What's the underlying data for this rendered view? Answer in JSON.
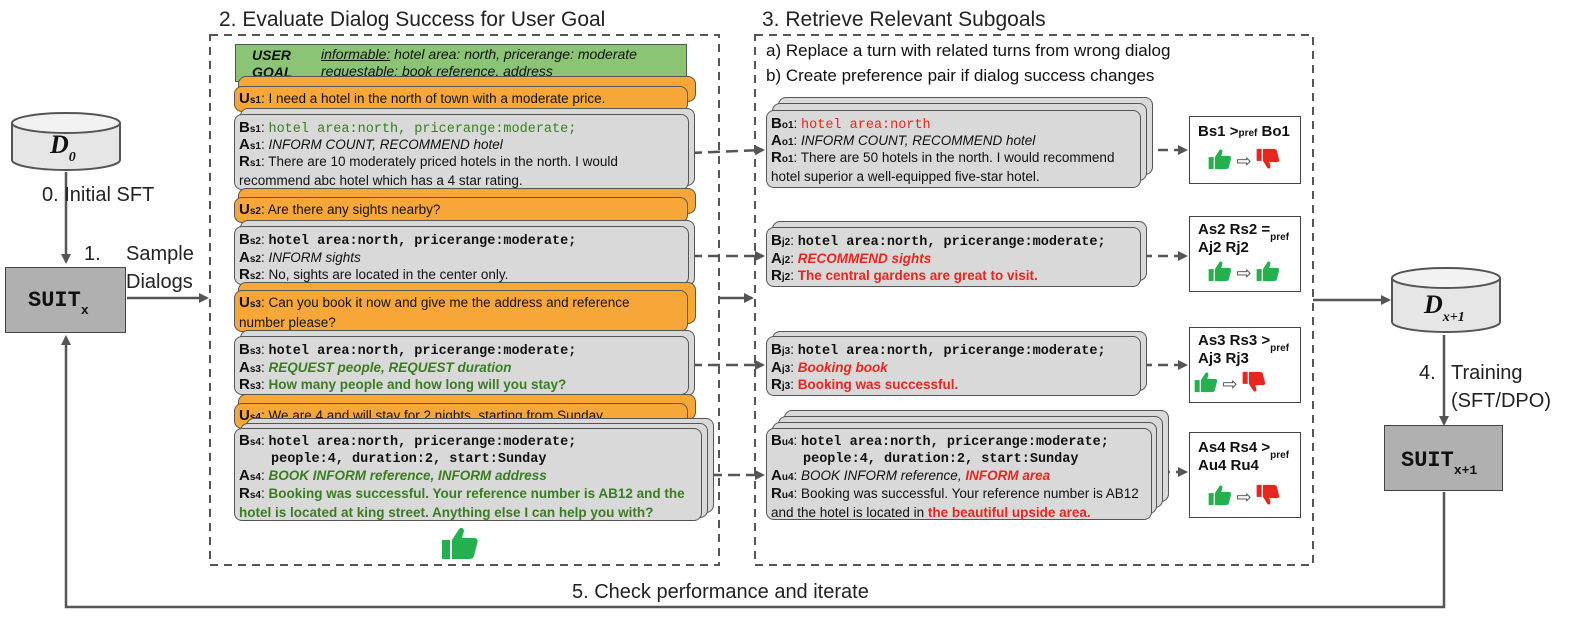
{
  "steps": {
    "s0": "0.  Initial SFT",
    "s1_num": "1.",
    "s1_a": "Sample",
    "s1_b": "Dialogs",
    "s2": "2. Evaluate Dialog Success for User Goal",
    "s3": "3. Retrieve Relevant Subgoals",
    "s3a": "a) Replace a turn with related turns from wrong dialog",
    "s3b": "b) Create preference pair if dialog success changes",
    "s4_num": "4.",
    "s4_a": "Training",
    "s4_b": "(SFT/DPO)",
    "s5": "5.  Check performance and iterate"
  },
  "datasets": {
    "d0_main": "D",
    "d0_sub": "0",
    "dx_main": "D",
    "dx_sub": "x+1"
  },
  "models": {
    "suit_main": "SUIT",
    "suit_sub": "x",
    "suit2_main": "SUIT",
    "suit2_sub": "x+1"
  },
  "user_goal": {
    "label_a": "USER",
    "label_b": "GOAL",
    "inf_key": "informable:",
    "inf_val": " hotel area: north, pricerange: moderate",
    "req_key": "requestable:",
    "req_val": " book reference, address"
  },
  "dialog": {
    "u1_p": "U",
    "u1_s": "s1",
    "u1_t": "I need a hotel in the north of town with a moderate price.",
    "b1_p": "B",
    "b1_s": "s1",
    "b1_t": "hotel area:north, pricerange:moderate;",
    "a1_p": "A",
    "a1_s": "s1",
    "a1_t": "INFORM COUNT, RECOMMEND hotel",
    "r1_p": "R",
    "r1_s": "s1",
    "r1_t": "There are 10 moderately priced hotels in the north. I would recommend abc hotel which has a 4 star rating.",
    "u2_p": "U",
    "u2_s": "s2",
    "u2_t": "Are there any sights nearby?",
    "b2_p": "B",
    "b2_s": "s2",
    "b2_t": "hotel area:north, pricerange:moderate;",
    "a2_p": "A",
    "a2_s": "s2",
    "a2_t": "INFORM sights",
    "r2_p": "R",
    "r2_s": "s2",
    "r2_t": "No, sights are located in the center only.",
    "u3_p": "U",
    "u3_s": "s3",
    "u3_t": "Can you book it now and give me the address and reference number please?",
    "b3_p": "B",
    "b3_s": "s3",
    "b3_t": "hotel area:north, pricerange:moderate;",
    "a3_p": "A",
    "a3_s": "s3",
    "a3_t": "REQUEST people, REQUEST duration",
    "r3_p": "R",
    "r3_s": "s3",
    "r3_t": "How many people and how long will you stay?",
    "u4_p": "U",
    "u4_s": "s4",
    "u4_t": "We are 4 and will stay for 2 nights, starting from Sunday.",
    "b4_p": "B",
    "b4_s": "s4",
    "b4_t1": "hotel area:north, pricerange:moderate;",
    "b4_t2": "people:4, duration:2, start:Sunday",
    "a4_p": "A",
    "a4_s": "s4",
    "a4_t": "BOOK INFORM reference, INFORM address",
    "r4_p": "R",
    "r4_s": "s4",
    "r4_t": "Booking was successful. Your reference number is AB12 and the hotel is located at king street. Anything else I can help you with?"
  },
  "retrieved": {
    "bo1_p": "B",
    "bo1_s": "o1",
    "bo1_t": "hotel area:north",
    "ao1_p": "A",
    "ao1_s": "o1",
    "ao1_t": "INFORM COUNT, RECOMMEND hotel",
    "ro1_p": "R",
    "ro1_s": "o1",
    "ro1_t": "There are 50 hotels in the north. I would recommend hotel superior a well-equipped five-star hotel.",
    "bj2_p": "B",
    "bj2_s": "j2",
    "bj2_t": "hotel area:north, pricerange:moderate;",
    "aj2_p": "A",
    "aj2_s": "j2",
    "aj2_t": "RECOMMEND sights",
    "rj2_p": "R",
    "rj2_s": "j2",
    "rj2_t": "The central gardens are great to visit.",
    "bj3_p": "B",
    "bj3_s": "j3",
    "bj3_t": "hotel area:north, pricerange:moderate;",
    "aj3_p": "A",
    "aj3_s": "j3",
    "aj3_t": "Booking book",
    "rj3_p": "R",
    "rj3_s": "j3",
    "rj3_t": "Booking was successful.",
    "bu4_p": "B",
    "bu4_s": "u4",
    "bu4_t1": "hotel area:north, pricerange:moderate;",
    "bu4_t2": "people:4, duration:2, start:Sunday",
    "au4_p": "A",
    "au4_s": "u4",
    "au4_t1": "BOOK INFORM reference, ",
    "au4_t2": "INFORM area",
    "ru4_p": "R",
    "ru4_s": "u4",
    "ru4_t1": "Booking was successful. Your reference number is AB12 and the hotel is located in ",
    "ru4_t2": "the beautiful upside area."
  },
  "prefs": {
    "p1_l": "Bs1",
    "p1_op": ">",
    "p1_sub": "pref",
    "p1_r": "Bo1",
    "p2_l1": "As2 Rs2",
    "p2_op": "=",
    "p2_sub": "pref",
    "p2_l2": "Aj2  Rj2",
    "p3_l1": "As3 Rs3",
    "p3_op": ">",
    "p3_sub": "pref",
    "p3_l2": "Aj3  Rj3",
    "p4_l1": "As4 Rs4",
    "p4_op": ">",
    "p4_sub": "pref",
    "p4_l2": "Au4 Ru4"
  },
  "colors": {
    "user_turn": "#f7a738",
    "system_turn": "#d9d9d9",
    "user_goal": "#8cc476",
    "thumb_up": "#22b14c",
    "thumb_down": "#e8261f"
  }
}
